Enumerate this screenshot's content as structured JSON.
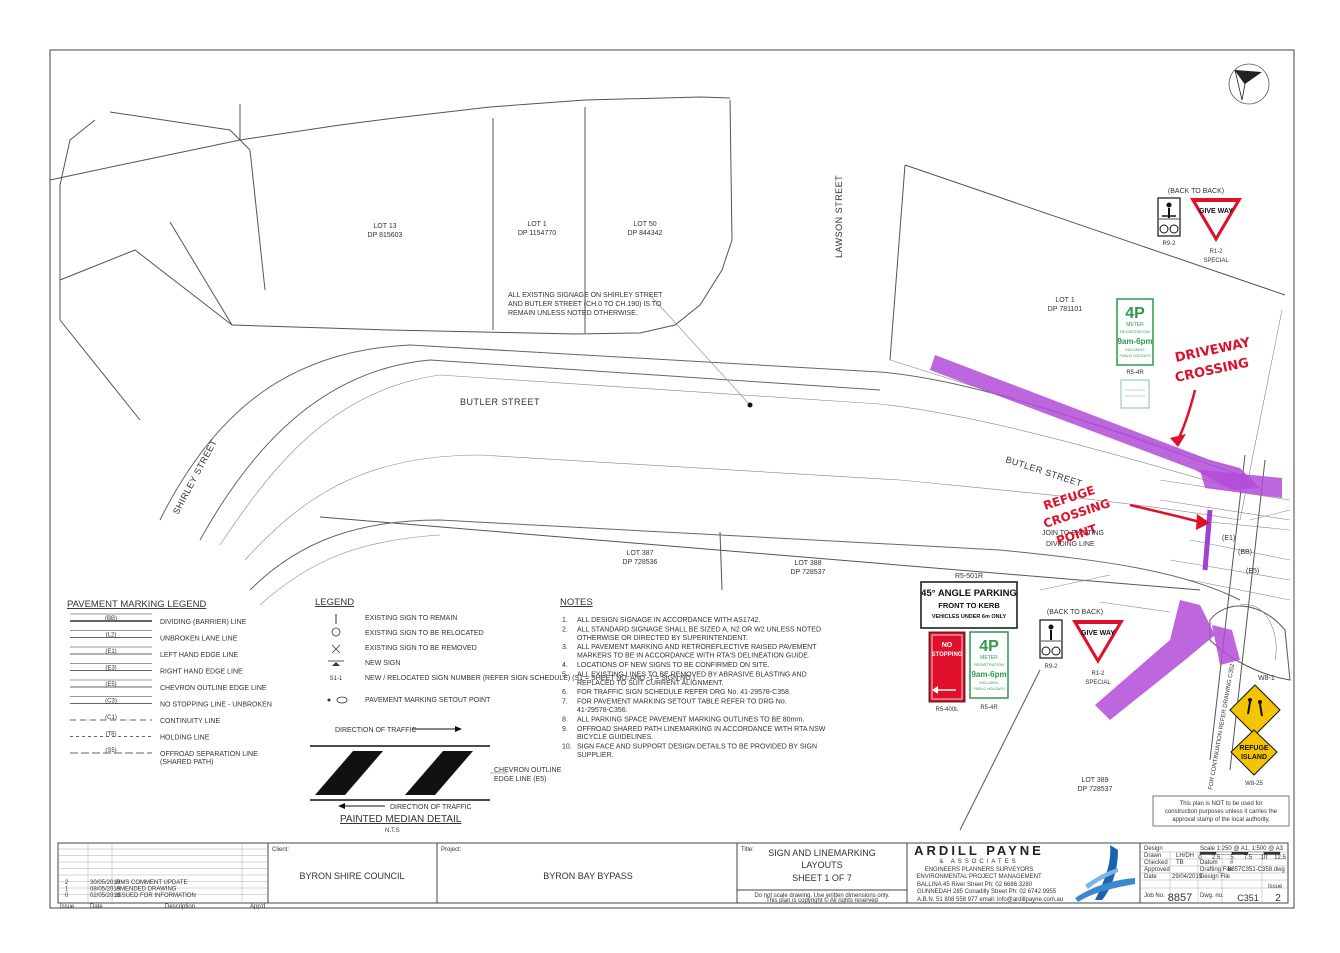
{
  "lots": [
    {
      "lot": "LOT 13",
      "dp": "DP 815603"
    },
    {
      "lot": "LOT 1",
      "dp": "DP 1154770"
    },
    {
      "lot": "LOT 50",
      "dp": "DP 844342"
    },
    {
      "lot": "LOT 1",
      "dp": "DP 781101"
    },
    {
      "lot": "LOT 387",
      "dp": "DP 728536"
    },
    {
      "lot": "LOT 388",
      "dp": "DP 728537"
    },
    {
      "lot": "LOT 389",
      "dp": "DP 728537"
    }
  ],
  "streets": {
    "lawson": "LAWSON STREET",
    "butler": "BUTLER STREET",
    "butler_east": "BUTLER STREET",
    "shirley": "SHIRLEY STREET"
  },
  "callout": {
    "line1": "ALL EXISTING SIGNAGE ON SHIRLEY STREET",
    "line2": "AND BUTLER STREET (CH.0 TO CH.190) IS TO",
    "line3": "REMAIN UNLESS NOTED OTHERWISE."
  },
  "handwritten": {
    "driveway": [
      "DRIVEWAY",
      "CROSSING"
    ],
    "refuge": [
      "REFUGE",
      "CROSSING",
      "POINT"
    ]
  },
  "map_labels": {
    "join": "JOIN TO EXISTING",
    "dividing": "DIVIDING LINE",
    "e1": "(E1)",
    "bb": "(BB)",
    "e5": "(E5)",
    "r5_501r": "R5-501R",
    "back_to_back_1": "(BACK TO BACK)",
    "back_to_back_2": "(BACK TO BACK)",
    "w8_1": "W8-1",
    "continuation": "FOR CONTINUATION REFER DRAWING C352"
  },
  "signs": {
    "give_way": "GIVE WAY",
    "r9_2": "R9-2",
    "r1_2": "R1-2",
    "special": "SPECIAL",
    "four_p": "4P",
    "meter": "METER",
    "registration": "REGISTRATION",
    "hours": "9am-6pm",
    "including": "INCLUDING",
    "public_holidays": "PUBLIC HOLIDAYS",
    "r5_4r": "R5-4R",
    "angle_parking_1": "45° ANGLE PARKING",
    "angle_parking_2": "FRONT TO KERB",
    "angle_parking_3": "VEHICLES UNDER 6m ONLY",
    "no_stopping_1": "NO",
    "no_stopping_2": "STOPPING",
    "r5_400l": "R5-400L",
    "refuge_1": "REFUGE",
    "refuge_2": "ISLAND",
    "w8_25": "W8-25"
  },
  "pavement_legend": {
    "title": "PAVEMENT MARKING LEGEND",
    "items": [
      {
        "code": "(BB)",
        "desc": "DIVIDING (BARRIER) LINE"
      },
      {
        "code": "(L2)",
        "desc": "UNBROKEN LANE LINE"
      },
      {
        "code": "(E1)",
        "desc": "LEFT HAND EDGE LINE"
      },
      {
        "code": "(E3)",
        "desc": "RIGHT HAND EDGE LINE"
      },
      {
        "code": "(E5)",
        "desc": "CHEVRON OUTLINE EDGE LINE"
      },
      {
        "code": "(C3)",
        "desc": "NO STOPPING LINE - UNBROKEN"
      },
      {
        "code": "(C1)",
        "desc": "CONTINUITY LINE"
      },
      {
        "code": "(T8)",
        "desc": "HOLDING LINE"
      },
      {
        "code": "(S5)",
        "desc": "OFFROAD SEPARATION LINE (SHARED PATH)"
      }
    ]
  },
  "legend": {
    "title": "LEGEND",
    "items": [
      {
        "symbol": "|",
        "desc": "EXISTING SIGN TO REMAIN"
      },
      {
        "symbol": "(/)",
        "desc": "EXISTING SIGN TO BE RELOCATED"
      },
      {
        "symbol": "X",
        "desc": "EXISTING SIGN TO BE REMOVED"
      },
      {
        "symbol": "+",
        "desc": "NEW SIGN"
      },
      {
        "symbol": "S1-1",
        "desc": "NEW / RELOCATED SIGN NUMBER (REFER SIGN SCHEDULE) (S1 = SHEET NO. AND -1 = SIGN NO.)"
      },
      {
        "symbol": "(P1)",
        "desc": "PAVEMENT MARKING SETOUT POINT"
      }
    ],
    "direction_top": "DIRECTION OF TRAFFIC",
    "direction_bottom": "DIRECTION OF TRAFFIC",
    "chevron_1": "CHEVRON OUTLINE",
    "chevron_2": "EDGE LINE (E5)",
    "median_title": "PAINTED MEDIAN DETAIL",
    "nts": "N.T.S"
  },
  "notes": {
    "title": "NOTES",
    "items": [
      "ALL DESIGN SIGNAGE IN ACCORDANCE WITH AS1742.",
      "ALL STANDARD SIGNAGE SHALL BE SIZED A, N2 OR W2 UNLESS NOTED OTHERWISE OR DIRECTED BY SUPERINTENDENT.",
      "ALL PAVEMENT MARKING AND RETROREFLECTIVE RAISED PAVEMENT MARKERS TO BE IN ACCORDANCE WITH RTA'S DELINEATION GUIDE.",
      "LOCATIONS OF NEW SIGNS TO BE CONFIRMED ON SITE.",
      "ALL EXISTING LINES TO BE REMOVED BY ABRASIVE BLASTING AND REPLACED TO SUIT CURRENT ALIGNMENT.",
      "FOR TRAFFIC SIGN SCHEDULE REFER DRG No. 41-29578-C358.",
      "FOR PAVEMENT MARKING SETOUT TABLE REFER TO DRG No. 41-29578-C356.",
      "ALL PARKING SPACE PAVEMENT MARKING OUTLINES TO BE 80mm.",
      "OFFROAD SHARED PATH LINEMARKING IN ACCORDANCE WITH RTA NSW BICYCLE GUIDELINES.",
      "SIGN FACE AND SUPPORT DESIGN DETAILS TO BE PROVIDED BY SIGN SUPPLIER."
    ]
  },
  "disclaimer": [
    "This plan is NOT to be used for",
    "construction purposes unless it carries the",
    "approval stamp of the local authority."
  ],
  "title_block": {
    "revisions": [
      {
        "issue": "2",
        "date": "30/05/2019",
        "desc": "RMS COMMENT UPDATE"
      },
      {
        "issue": "1",
        "date": "08/05/2019",
        "desc": "AMENDED DRAWING"
      },
      {
        "issue": "0",
        "date": "02/05/2019",
        "desc": "ISSUED FOR INFORMATION"
      }
    ],
    "rev_headers": {
      "issue": "Issue",
      "date": "Date",
      "desc": "Description",
      "app": "App'd"
    },
    "client_label": "Client:",
    "client": "BYRON SHIRE COUNCIL",
    "project_label": "Project:",
    "project": "BYRON BAY BYPASS",
    "title_label": "Title:",
    "title_1": "SIGN AND LINEMARKING",
    "title_2": "LAYOUTS",
    "title_3": "SHEET 1 OF 7",
    "scale_note_1": "Do not scale drawing. Use written dimensions only.",
    "scale_note_2": "This plan is copyright © All rights reserved",
    "firm": "ARDILL PAYNE",
    "firm_sub": "& ASSOCIATES",
    "firm_line1": "ENGINEERS  PLANNERS  SURVEYORS",
    "firm_line2": "ENVIRONMENTAL  PROJECT  MANAGEMENT",
    "offices_1": "BALLINA    45 River Street    Ph: 02 6686 3280",
    "offices_2": "GUNNEDAH    285 Conadilly Street    Ph: 02 6742 9955",
    "abn": "A.B.N. 51 808 558 977    email: info@ardillpayne.com.au",
    "design_label": "Design",
    "drawn_label": "Drawn",
    "drawn": "LH/DH",
    "checked_label": "Checked",
    "checked": "TB",
    "approved_label": "Approved",
    "date_label": "Date",
    "date": "29/04/2019",
    "datum_label": "Datum",
    "datum": "#",
    "design_file_label": "Design File",
    "drafting_file_label": "Drafting File",
    "drafting_file": "8857C351-C358.dwg",
    "scale": "Scale 1:250 @ A1, 1:500 @ A3",
    "scale_ticks": [
      "0",
      "2.5",
      "5",
      "7.5",
      "10",
      "12.5"
    ],
    "job_label": "Job No.",
    "job": "8857",
    "dwg_label": "Dwg. no.",
    "dwg": "C351",
    "issue_label": "Issue",
    "issue": "2"
  }
}
